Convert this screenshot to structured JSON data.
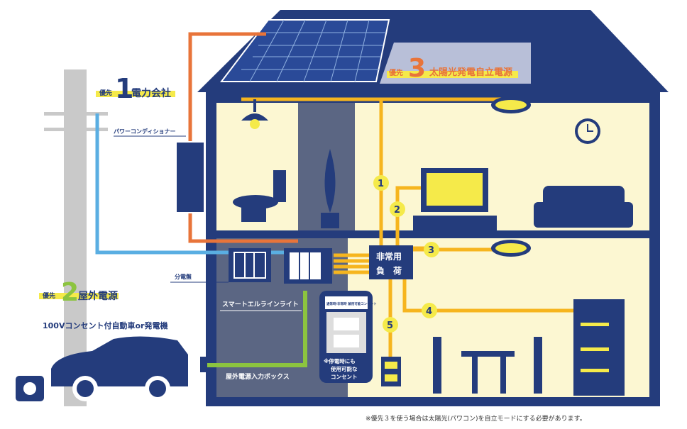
{
  "priority1": {
    "prefix": "優先",
    "number": "1",
    "label": "電力会社"
  },
  "priority2": {
    "prefix": "優先",
    "number": "2",
    "label": "屋外電源"
  },
  "priority3": {
    "prefix": "優先",
    "number": "3",
    "label": "太陽光発電自立電源"
  },
  "labels": {
    "power_conditioner": "パワーコンディショナー",
    "distribution_board": "分電盤",
    "smart_eline_light": "スマートエルラインライト",
    "outdoor_input_box": "屋外電源入力ボックス",
    "vehicle": "100Vコンセント付自動車or発電機",
    "emergency_load_1": "非常用",
    "emergency_load_2": "負　荷",
    "outlet_sign": "通常時/非常時 兼用可能コンセント",
    "outlet_note_1": "※停電時にも",
    "outlet_note_2": "使用可能な",
    "outlet_note_3": "コンセント"
  },
  "circuits": [
    "1",
    "2",
    "3",
    "4",
    "5"
  ],
  "footnote": "※優先３を使う場合は太陽光(パワコン)を自立モードにする必要があります。",
  "colors": {
    "navy": "#243c7c",
    "cream": "#fcf7d2",
    "wire": "#f6b51e",
    "utility": "#5aaee2",
    "solar": "#e8743a",
    "outdoor": "#8cc43f",
    "highlight": "#f5ea4a"
  }
}
